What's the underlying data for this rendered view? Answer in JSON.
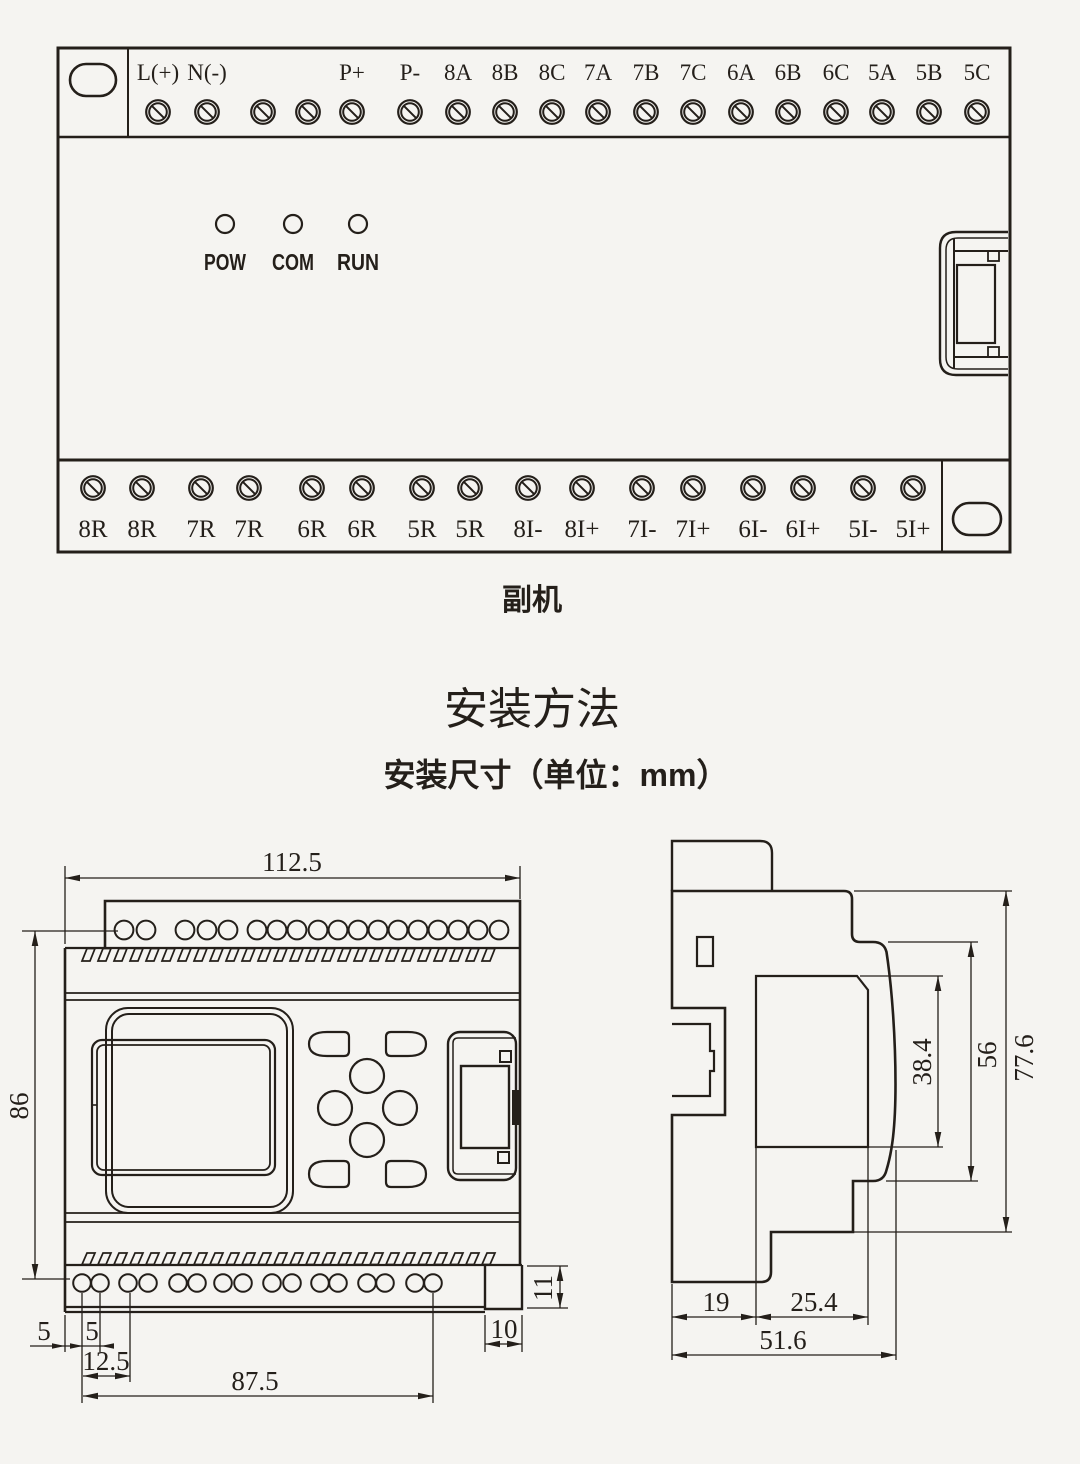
{
  "colors": {
    "line": "#241f1a",
    "background": "#f5f4f1"
  },
  "device_diagram": {
    "caption": "副机",
    "top_terminals": {
      "labels": [
        "L(+)",
        "N(-)",
        "P+",
        "P-",
        "8A",
        "8B",
        "8C",
        "7A",
        "7B",
        "7C",
        "6A",
        "6B",
        "6C",
        "5A",
        "5B",
        "5C"
      ]
    },
    "bottom_terminals": {
      "labels": [
        "8R",
        "8R",
        "7R",
        "7R",
        "6R",
        "6R",
        "5R",
        "5R",
        "8I-",
        "8I+",
        "7I-",
        "7I+",
        "6I-",
        "6I+",
        "5I-",
        "5I+"
      ]
    },
    "leds": [
      "POW",
      "COM",
      "RUN"
    ]
  },
  "section": {
    "title": "安装方法",
    "subtitle": "安装尺寸（单位：mm）"
  },
  "front_view": {
    "dims": {
      "total_width": "112.5",
      "total_height": "86",
      "hole_offset": "5",
      "hole_pitch": "5",
      "hole_pitch_2": "12.5",
      "hole_span": "87.5",
      "foot_width": "10",
      "foot_height": "11"
    }
  },
  "side_view": {
    "dims": {
      "total_height": "77.6",
      "front_height": "56",
      "panel_height": "38.4",
      "rail_depth": "19",
      "panel_depth": "25.4",
      "total_depth": "51.6"
    }
  }
}
